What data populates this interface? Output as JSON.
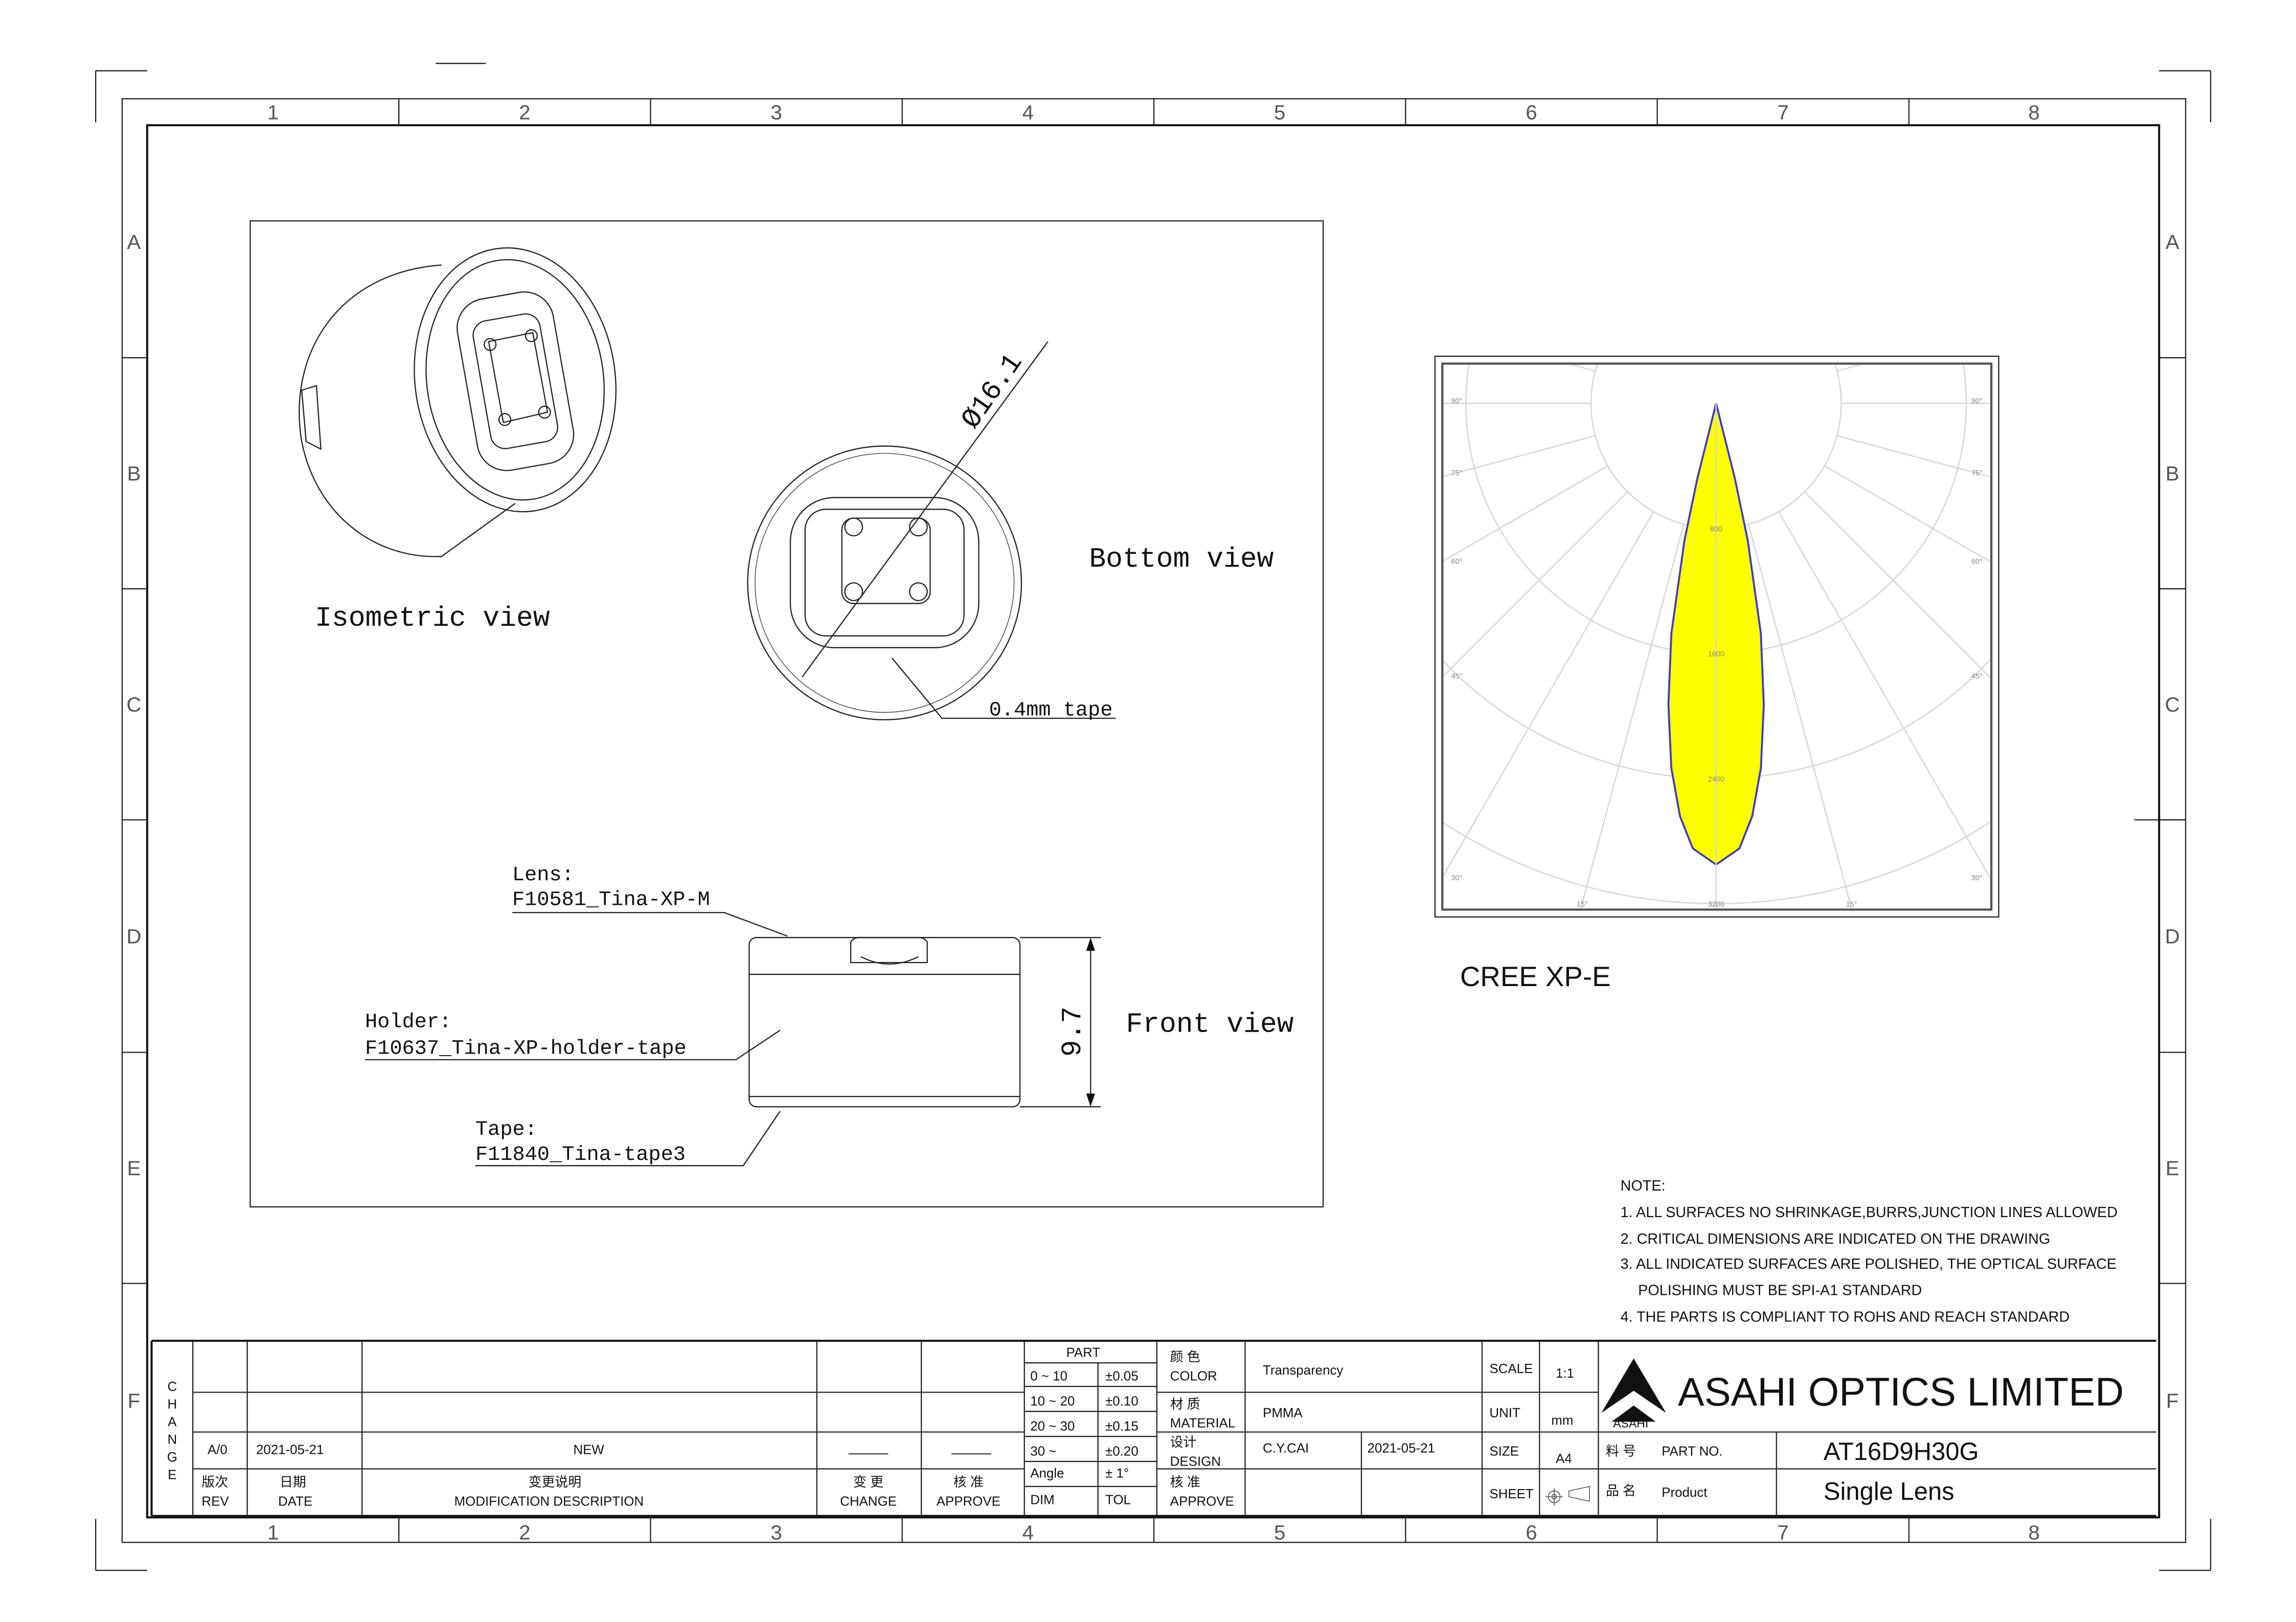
{
  "frame": {
    "columns": [
      "1",
      "2",
      "3",
      "4",
      "5",
      "6",
      "7",
      "8"
    ],
    "rows": [
      "A",
      "B",
      "C",
      "D",
      "E",
      "F"
    ]
  },
  "views": {
    "isometric_label": "Isometric view",
    "bottom_label": "Bottom view",
    "front_label": "Front view",
    "diameter_dim": "Ø16.1",
    "height_dim": "9.7",
    "tape_note": "0.4mm tape",
    "lens_label": "Lens:",
    "lens_part": "F10581_Tina-XP-M",
    "holder_label": "Holder:",
    "holder_part": "F10637_Tina-XP-holder-tape",
    "tape_label": "Tape:",
    "tape_part": "F11840_Tina-tape3"
  },
  "chart_data": {
    "type": "polar",
    "caption": "CREE XP-E",
    "ring_values": [
      800,
      1600,
      2400,
      3200
    ],
    "ring_labels": [
      "800",
      "1600",
      "2400",
      "3200"
    ],
    "angle_labels_left": [
      "90°",
      "75°",
      "60°",
      "45°",
      "30°"
    ],
    "angle_labels_right": [
      "90°",
      "75°",
      "60°",
      "45°",
      "30°"
    ],
    "angle_labels_bottom": [
      "15°",
      "15°"
    ],
    "grid": true,
    "series": [
      {
        "angles_deg": [
          -15,
          -14,
          -13,
          -11,
          -9,
          -7,
          -5,
          -3,
          0,
          3,
          5,
          7,
          9,
          11,
          13,
          14,
          15
        ],
        "values_cd": [
          0,
          500,
          900,
          1500,
          1950,
          2350,
          2650,
          2850,
          2950,
          2850,
          2650,
          2350,
          1950,
          1500,
          900,
          500,
          0
        ]
      }
    ],
    "colors": {
      "fill": "#ffff00",
      "stroke": "#3a3acc",
      "stroke_alt": "#c03030",
      "grid": "#d8d8d8"
    }
  },
  "notes": {
    "title": "NOTE:",
    "items": [
      "1. ALL SURFACES NO SHRINKAGE,BURRS,JUNCTION LINES ALLOWED",
      "2. CRITICAL DIMENSIONS ARE INDICATED ON THE DRAWING",
      "3. ALL INDICATED SURFACES ARE POLISHED, THE OPTICAL SURFACE",
      "POLISHING MUST BE SPI-A1 STANDARD",
      "4. THE PARTS IS COMPLIANT TO ROHS AND REACH STANDARD"
    ]
  },
  "title_block": {
    "change_letters": [
      "C",
      "H",
      "A",
      "N",
      "G",
      "E"
    ],
    "revision": {
      "rev": "A/0",
      "date": "2021-05-21",
      "description": "NEW",
      "change": "———",
      "approve": "———"
    },
    "headers": {
      "rev_cn": "版次",
      "rev": "REV",
      "date_cn": "日期",
      "date": "DATE",
      "desc_cn": "变更说明",
      "desc": "MODIFICATION DESCRIPTION",
      "change_cn": "变 更",
      "change": "CHANGE",
      "approve_cn": "核 准",
      "approve": "APPROVE"
    },
    "tolerance": {
      "header": "PART",
      "rows": [
        [
          "0 ~ 10",
          "±0.05"
        ],
        [
          "10 ~ 20",
          "±0.10"
        ],
        [
          "20 ~ 30",
          "±0.15"
        ],
        [
          "30 ~",
          "±0.20"
        ],
        [
          "Angle",
          "± 1°"
        ],
        [
          "DIM",
          "TOL"
        ]
      ]
    },
    "fields": {
      "color_cn": "颜 色",
      "color": "COLOR",
      "color_value": "Transparency",
      "material_cn": "材 质",
      "material": "MATERIAL",
      "material_value": "PMMA",
      "design_cn": "设计",
      "design": "DESIGN",
      "designer": "C.Y.CAI",
      "design_date": "2021-05-21",
      "approve_cn": "核 准",
      "approve": "APPROVE"
    },
    "scale_label": "SCALE",
    "scale_value": "1:1",
    "unit_label": "UNIT",
    "unit_value": "mm",
    "size_label": "SIZE",
    "size_value": "A4",
    "sheet_label": "SHEET",
    "company": "ASAHI OPTICS LIMITED",
    "logo_text": "ASAHI",
    "part_no_cn": "料 号",
    "part_no_label": "PART NO.",
    "part_no": "AT16D9H30G",
    "product_cn": "品 名",
    "product_label": "Product",
    "product": "Single Lens"
  }
}
